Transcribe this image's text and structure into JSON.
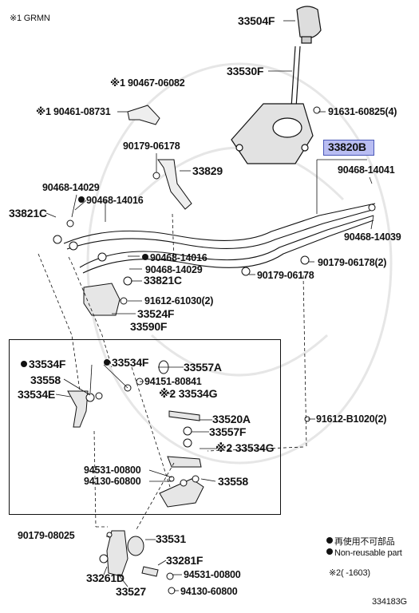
{
  "header": {
    "note_mark": "※1",
    "note_text": "GRMN"
  },
  "highlight_part": "33820B",
  "parts": {
    "p33504F": "33504F",
    "p33530F": "33530F",
    "p90467_06082": "90467-06082",
    "p90461_08731": "90461-08731",
    "p91631_60825": "91631-60825(4)",
    "p90179_06178_a": "90179-06178",
    "p33829": "33829",
    "p90468_14041": "90468-14041",
    "p90468_14029_a": "90468-14029",
    "p90468_14016_a": "90468-14016",
    "p33821C_a": "33821C",
    "p90468_14039": "90468-14039",
    "p90468_14016_b": "90468-14016",
    "p90468_14029_b": "90468-14029",
    "p90179_06178_2": "90179-06178(2)",
    "p33821C_b": "33821C",
    "p90179_06178_b": "90179-06178",
    "p91612_61030": "91612-61030(2)",
    "p33524F": "33524F",
    "p33590F": "33590F",
    "p33534F_a": "33534F",
    "p33534F_b": "33534F",
    "p33557A": "33557A",
    "p33558_a": "33558",
    "p94151_80841": "94151-80841",
    "p33534E": "33534E",
    "p33534G_a": "33534G",
    "p33520A": "33520A",
    "p91612_B1020": "91612-B1020(2)",
    "p33557F": "33557F",
    "p33534G_b": "33534G",
    "p94531_00800_a": "94531-00800",
    "p94130_60800_a": "94130-60800",
    "p33558_b": "33558",
    "p90179_08025": "90179-08025",
    "p33531": "33531",
    "p33281F": "33281F",
    "p33261D": "33261D",
    "p94531_00800_b": "94531-00800",
    "p33527": "33527",
    "p94130_60800_b": "94130-60800"
  },
  "note_marks": {
    "m1": "※1",
    "m2": "※2"
  },
  "legend": {
    "reuse_jp": "再使用不可部品",
    "reuse_en": "Non-reusable part",
    "footnote_mark": "※2",
    "footnote_text": "(     -1603)"
  },
  "diagram_id": "334183G"
}
